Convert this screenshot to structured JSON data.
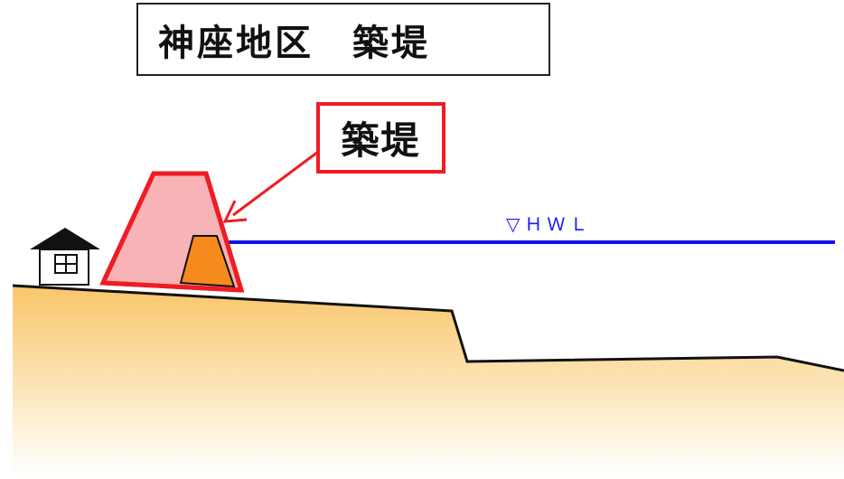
{
  "title": "神座地区　築堤",
  "callout": {
    "label": "築堤"
  },
  "water_level": {
    "label": "▽ＨＷＬ"
  },
  "icons": {
    "house": "house-icon"
  },
  "colors": {
    "ground_top": "#f9c66a",
    "ground_bottom": "#ffffff",
    "embankment_fill": "#f7b3b5",
    "embankment_stroke": "#ee1c25",
    "existing_bank_fill": "#f78a1d",
    "water_line": "#1414e6",
    "callout_border": "#ee1c25",
    "arrow": "#ee1c25",
    "outline": "#111111"
  }
}
